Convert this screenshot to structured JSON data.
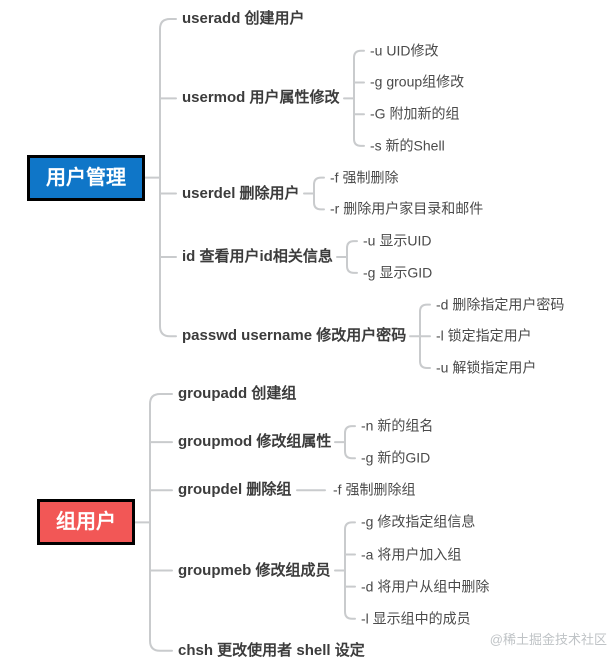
{
  "page": {
    "background": "#ffffff",
    "watermark": "@稀土掘金技术社区"
  },
  "palette": {
    "connector": "#c9cbcd",
    "branch_text": "#3c3c3c",
    "option_text": "#4a4a4a",
    "watermark_text": "#bfc3c6"
  },
  "mindmap": {
    "sections": [
      {
        "root": {
          "label": "用户管理",
          "fill": "#0f76c8",
          "border": "#000000",
          "text": "#ffffff"
        },
        "nodes": [
          {
            "label": "useradd 创建用户",
            "children": []
          },
          {
            "label": "usermod 用户属性修改",
            "children": [
              "-u UID修改",
              "-g group组修改",
              "-G 附加新的组",
              "-s 新的Shell"
            ]
          },
          {
            "label": "userdel 删除用户",
            "children": [
              "-f 强制删除",
              "-r 删除用户家目录和邮件"
            ]
          },
          {
            "label": "id 查看用户id相关信息",
            "children": [
              "-u 显示UID",
              "-g 显示GID"
            ]
          },
          {
            "label": "passwd username 修改用户密码",
            "children": [
              "-d 删除指定用户密码",
              "-l 锁定指定用户",
              "-u 解锁指定用户"
            ]
          }
        ]
      },
      {
        "root": {
          "label": "组用户",
          "fill": "#f25756",
          "border": "#000000",
          "text": "#ffffff"
        },
        "nodes": [
          {
            "label": "groupadd 创建组",
            "children": []
          },
          {
            "label": "groupmod 修改组属性",
            "children": [
              "-n 新的组名",
              "-g 新的GID"
            ]
          },
          {
            "label": "groupdel 删除组",
            "children": [
              "-f 强制删除组"
            ]
          },
          {
            "label": "groupmeb 修改组成员",
            "children": [
              "-g 修改指定组信息",
              "-a 将用户加入组",
              "-d 将用户从组中删除",
              "-l 显示组中的成员"
            ]
          },
          {
            "label": "chsh 更改使用者 shell 设定",
            "children": []
          }
        ]
      }
    ]
  }
}
